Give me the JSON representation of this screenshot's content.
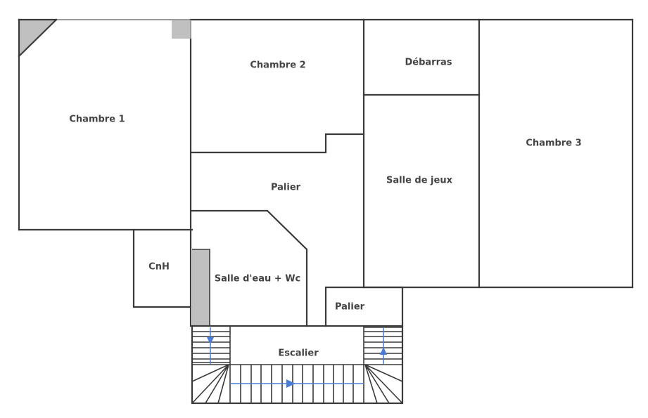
{
  "plan": {
    "type": "floor-plan",
    "colors": {
      "wall": "#3a3a3a",
      "fill_hatch": "#c0c0c0",
      "label": "#444444",
      "stair_arrow": "#4a7bd6"
    },
    "rooms": [
      {
        "id": "chambre1",
        "label": "Chambre 1"
      },
      {
        "id": "chambre2",
        "label": "Chambre 2"
      },
      {
        "id": "debarras",
        "label": "Débarras"
      },
      {
        "id": "chambre3",
        "label": "Chambre 3"
      },
      {
        "id": "palier1",
        "label": "Palier"
      },
      {
        "id": "salle-jeux",
        "label": "Salle de jeux"
      },
      {
        "id": "cnh",
        "label": "CnH"
      },
      {
        "id": "salle-eau",
        "label": "Salle d'eau + Wc"
      },
      {
        "id": "palier2",
        "label": "Palier"
      },
      {
        "id": "escalier",
        "label": "Escalier"
      }
    ]
  }
}
